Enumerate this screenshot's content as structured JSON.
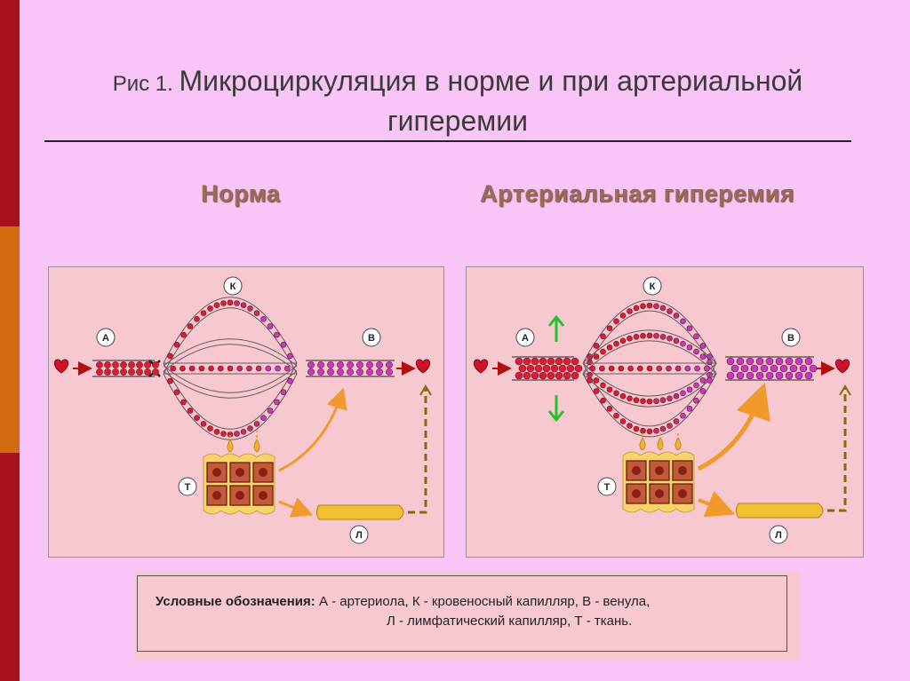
{
  "slide": {
    "title_prefix": "Рис 1. ",
    "title_main": "Микроциркуляция в норме и при артериальной гиперемии",
    "heading_left": "Норма",
    "heading_right": "Артериальная гиперемия"
  },
  "diagram": {
    "labels": {
      "arteriole": "А",
      "capillary": "К",
      "venule": "В",
      "tissue": "Т",
      "lymph": "Л"
    }
  },
  "legend": {
    "title": "Условные обозначения:",
    "line1": " А - артериола, К - кровеносный капилляр, В - венула,",
    "line2": "Л - лимфатический капилляр, Т - ткань."
  },
  "colors": {
    "background": "#f9c4f6",
    "panel": "#f8c8d0",
    "sidebar_top": "#a8101a",
    "sidebar_mid": "#d26a10",
    "arterial_blood": "#d81e34",
    "venous_blood": "#c23ac8",
    "tissue": "#f7d36a",
    "cell": "#8a1f1a",
    "arrow_orange": "#ef9a2a",
    "arrow_green": "#28c028"
  }
}
